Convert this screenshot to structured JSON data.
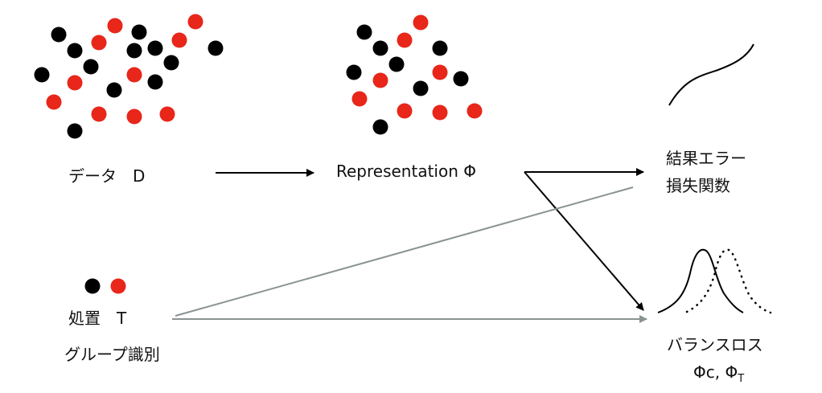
{
  "colors": {
    "black_dot": "#000000",
    "red_dot": "#e8261a",
    "arrow_black": "#000000",
    "arrow_gray": "#8a9393"
  },
  "labels": {
    "data": "データ　D",
    "representation": "Representation Φ",
    "outcome_line1": "結果エラー",
    "outcome_line2": "損失関数",
    "treatment_line1": "処置　T",
    "treatment_line2": "グループ識別",
    "balance_line1": "バランスロス",
    "balance_phi_c": "Φc, Φ",
    "balance_phi_t_sub": "T"
  },
  "clusters": {
    "data": {
      "black": [
        [
          73,
          43
        ],
        [
          93,
          63
        ],
        [
          113,
          83
        ],
        [
          167,
          63
        ],
        [
          173,
          40
        ],
        [
          193,
          60
        ],
        [
          213,
          78
        ],
        [
          268,
          60
        ],
        [
          52,
          93
        ],
        [
          142,
          112
        ],
        [
          193,
          102
        ],
        [
          93,
          163
        ]
      ],
      "red": [
        [
          143,
          32
        ],
        [
          123,
          53
        ],
        [
          243,
          27
        ],
        [
          223,
          50
        ],
        [
          93,
          103
        ],
        [
          167,
          93
        ],
        [
          67,
          127
        ],
        [
          123,
          142
        ],
        [
          167,
          145
        ],
        [
          208,
          142
        ]
      ]
    },
    "representation": {
      "black": [
        [
          453,
          40
        ],
        [
          473,
          60
        ],
        [
          493,
          80
        ],
        [
          547,
          60
        ],
        [
          440,
          90
        ],
        [
          523,
          110
        ],
        [
          573,
          98
        ],
        [
          473,
          158
        ]
      ],
      "red": [
        [
          523,
          28
        ],
        [
          503,
          50
        ],
        [
          473,
          100
        ],
        [
          547,
          90
        ],
        [
          447,
          123
        ],
        [
          503,
          138
        ],
        [
          547,
          140
        ],
        [
          590,
          138
        ]
      ]
    },
    "legend": {
      "black": [
        [
          115,
          356
        ]
      ],
      "red": [
        [
          147,
          356
        ]
      ]
    }
  }
}
